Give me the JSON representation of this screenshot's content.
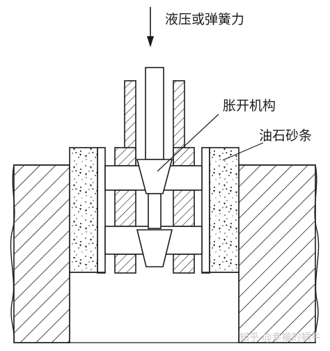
{
  "labels": {
    "force": "液压或弹簧力",
    "expansion_mechanism": "胀开机构",
    "oilstone": "油石砂条"
  },
  "watermark": "知乎 @幸福的蜗牛",
  "colors": {
    "line": "#1a1a1a",
    "background": "#ffffff",
    "watermark": "#c8c8c8"
  }
}
